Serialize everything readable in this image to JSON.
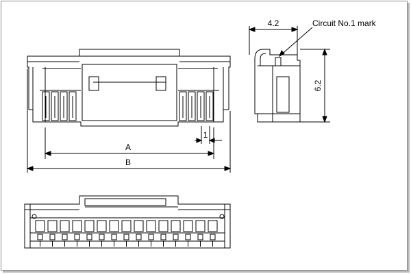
{
  "drawing": {
    "callout": "Circuit No.1 mark",
    "dims": {
      "width_top": "4.2",
      "height_side": "6.2",
      "pitch": "1",
      "dim_a": "A",
      "dim_b": "B"
    },
    "style": {
      "line_color": "#000000",
      "frame_color": "#8a8a8a",
      "shadow_color": "#b9b9b9",
      "background": "#ffffff"
    }
  }
}
